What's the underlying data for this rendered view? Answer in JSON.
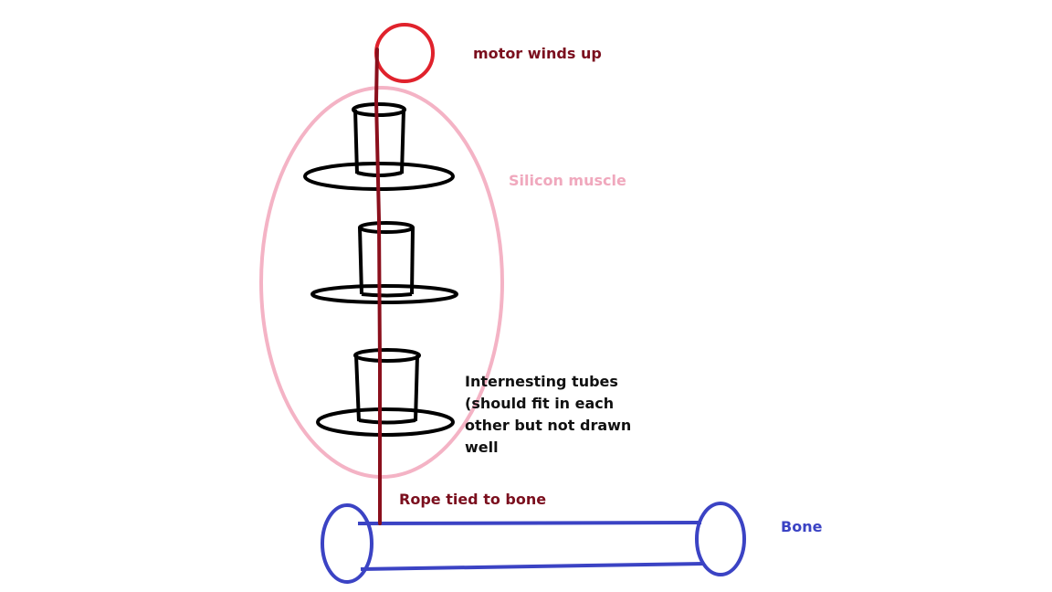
{
  "colors": {
    "motor": "#e0222c",
    "rope": "#8b0f1c",
    "muscle": "#f4b3c5",
    "tube": "#000000",
    "bone": "#3b43c4",
    "dark_label": "#7b0f1e",
    "muscle_label": "#f0a8bd",
    "tube_label": "#111111"
  },
  "labels": {
    "motor": "motor winds up",
    "muscle": "Silicon muscle",
    "tubes": "Internesting tubes (should fit in each other but not drawn well",
    "rope": "Rope tied to bone",
    "bone": "Bone"
  }
}
